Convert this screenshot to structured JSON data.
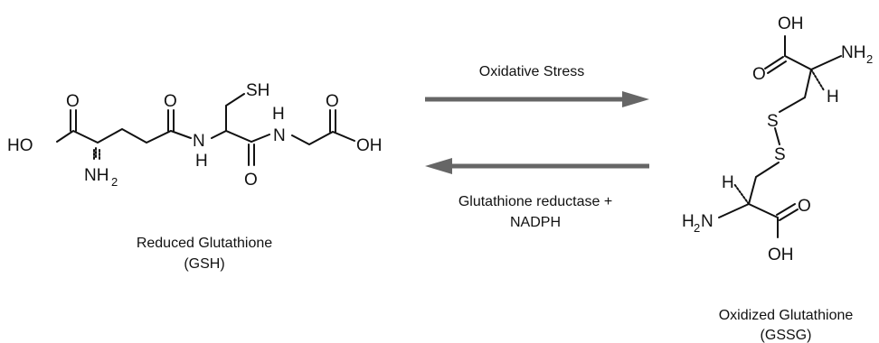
{
  "reaction": {
    "forward_label": "Oxidative Stress",
    "reverse_label_line1": "Glutathione reductase +",
    "reverse_label_line2": "NADPH",
    "arrow_color": "#666666"
  },
  "reduced": {
    "name": "Reduced Glutathione",
    "abbr": "(GSH)",
    "atoms": {
      "HO": "HO",
      "O": "O",
      "NH": "NH",
      "N": "N",
      "H": "H",
      "SH": "SH",
      "OH": "OH",
      "sub2": "2"
    }
  },
  "oxidized": {
    "name": "Oxidized Glutathione",
    "abbr": "(GSSG)",
    "atoms": {
      "OH": "OH",
      "O": "O",
      "NH": "NH",
      "H": "H",
      "S": "S",
      "N": "N",
      "sub2": "2"
    }
  }
}
